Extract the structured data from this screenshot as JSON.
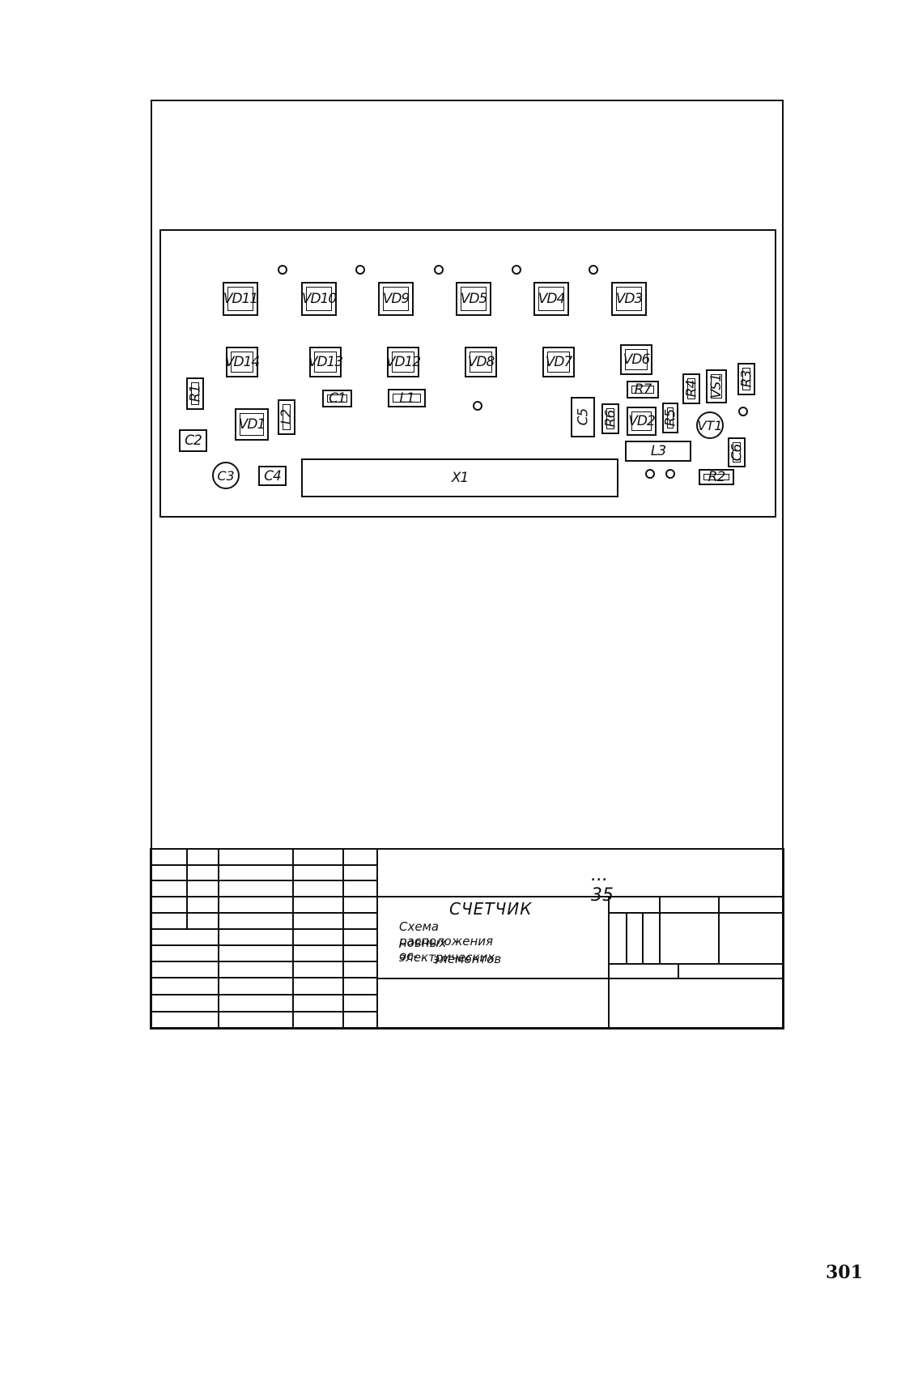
{
  "drawing": {
    "components": {
      "vd11": "VD11",
      "vd10": "VD10",
      "vd9": "VD9",
      "vd5": "VD5",
      "vd4": "VD4",
      "vd3": "VD3",
      "vd14": "VD14",
      "vd13": "VD13",
      "vd12": "VD12",
      "vd8": "VD8",
      "vd7": "VD7",
      "vd6": "VD6",
      "r1": "R1",
      "c2": "C2",
      "vd1": "VD1",
      "l2": "L2",
      "c1": "C1",
      "l1": "L1",
      "c5": "C5",
      "r6": "R6",
      "vd2": "VD2",
      "r5": "R5",
      "r7": "R7",
      "r4": "R4",
      "vs1": "VS1",
      "r3": "R3",
      "vt1": "VT1",
      "c6": "C6",
      "l3": "L3",
      "r2": "R2",
      "c3": "C3",
      "c4": "C4",
      "x1": "X1"
    }
  },
  "title_block": {
    "designation": "... 35",
    "title": "СЧЕТЧИК",
    "subtitle_line1": "Схема расположения ос-",
    "subtitle_line2": "новных электрических",
    "subtitle_line3": "элементов"
  },
  "page_number": "301"
}
